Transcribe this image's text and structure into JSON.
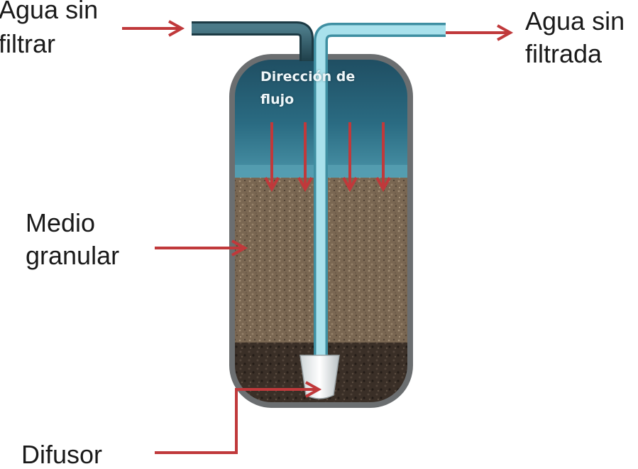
{
  "labels": {
    "inlet_line1": "Agua sin",
    "inlet_line2": "filtrar",
    "outlet_line1": "Agua sin",
    "outlet_line2": "filtrada",
    "media_line1": "Medio",
    "media_line2": "granular",
    "diffuser": "Difusor",
    "flow_line1": "Dirección de",
    "flow_line2": "flujo"
  },
  "colors": {
    "arrow": "#c0393b",
    "water": "#1f5a70",
    "media": "#7a6752",
    "support_layer": "#3a2f27",
    "riser_pipe": "#8fd3e0",
    "inlet_pipe": "#2d5663",
    "tank_shell": "#6b6e70"
  }
}
